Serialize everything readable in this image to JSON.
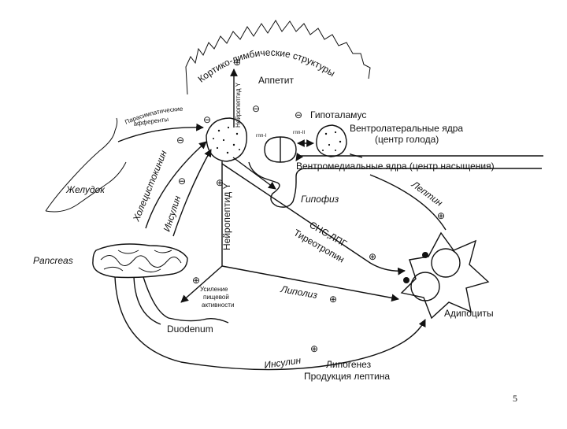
{
  "labels": {
    "cortico": "Кортико-лимбические структуры",
    "appetite": "Аппетит",
    "npy_top": "Нейропептид Y",
    "npy_mid": "Нейропептид Y",
    "hypothalamus": "Гипоталамус",
    "vl_nuclei_1": "Вентролатеральные ядра",
    "vl_nuclei_2": "(центр голода)",
    "vm_nuclei": "Вентромедиальные ядра (центр насыщения)",
    "gnp1": "гпп-I",
    "gnp2": "гпп-II",
    "parasymp_1": "Парасимпатические",
    "parasymp_2": "афференты",
    "stomach": "Желудок",
    "cholecystokinin": "Холецистокинин",
    "insulin_left": "Инсулин",
    "pituitary": "Гипофиз",
    "leptin": "Лептин",
    "sns_lpg": "СНС,ЛПГ",
    "thyrotropin": "Тиреотропин",
    "pancreas": "Pancreas",
    "enh_1": "Усиление",
    "enh_2": "пищевой",
    "enh_3": "активности",
    "lipolysis": "Липолиз",
    "adipocytes": "Адипоциты",
    "duodenum": "Duodenum",
    "insulin_bottom": "Инсулин",
    "lipogenesis": "Липогенез",
    "leptin_production": "Продукция лептина",
    "page_number": "5"
  },
  "signs": {
    "plus": "⊕",
    "minus": "⊖"
  }
}
